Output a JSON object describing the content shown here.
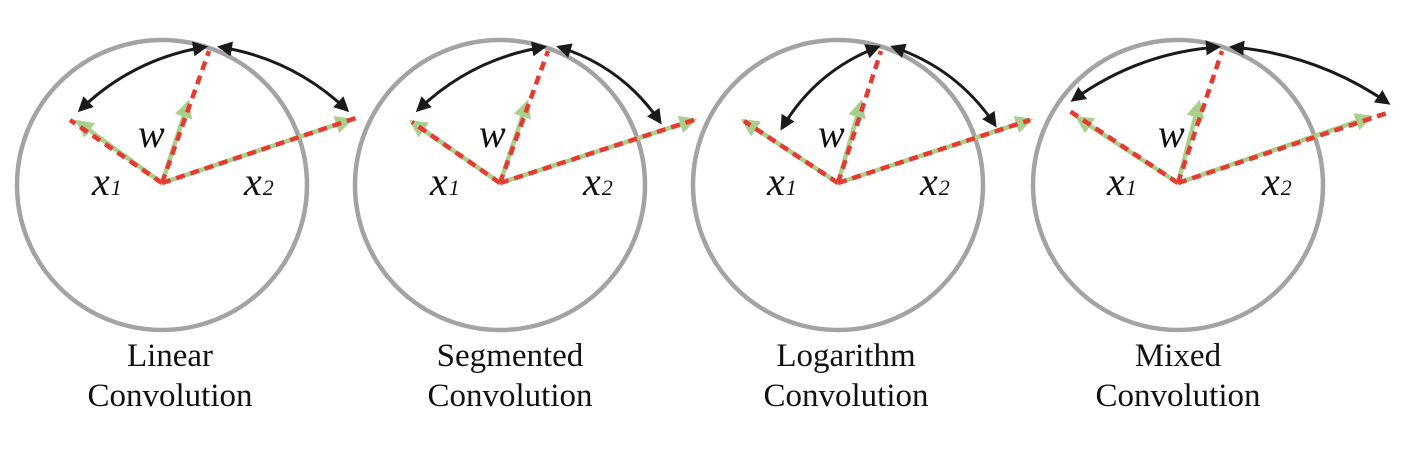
{
  "colors": {
    "circle": "#a3a3a3",
    "vector_dash": "#e8392f",
    "vector_under": "#a9cf8c",
    "arc": "#1a1a1a",
    "text": "#111111"
  },
  "labels": {
    "w": "w",
    "x": "x",
    "sub1": "1",
    "sub2": "2"
  },
  "panels": [
    {
      "line1": "Linear",
      "line2": "Convolution"
    },
    {
      "line1": "Segmented",
      "line2": "Convolution"
    },
    {
      "line1": "Logarithm",
      "line2": "Convolution"
    },
    {
      "line1": "Mixed",
      "line2": "Convolution"
    }
  ]
}
